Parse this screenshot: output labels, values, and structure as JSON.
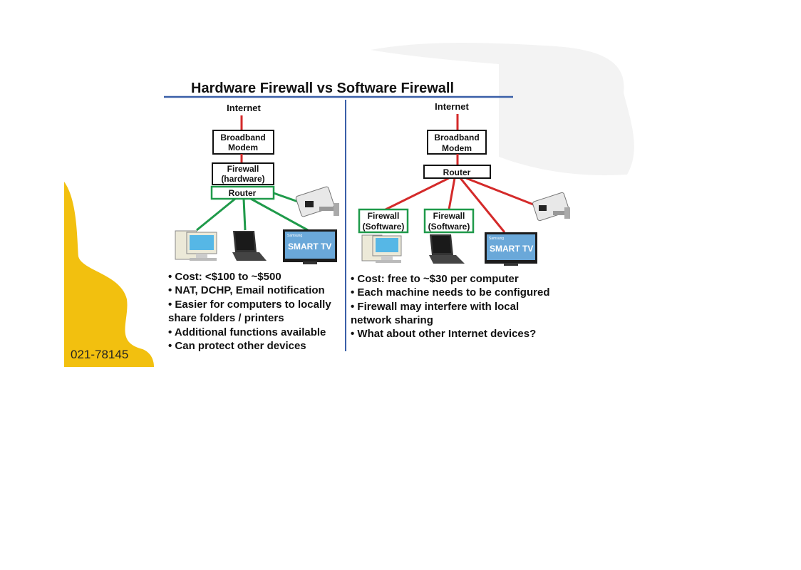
{
  "title": "Hardware Firewall  vs Software Firewall",
  "phone": "021-78145",
  "colors": {
    "red_link": "#d42a2a",
    "green_link": "#1f9a4a",
    "divider": "#3a5fa8",
    "yellow_blob": "#f2c00f"
  },
  "hardware": {
    "internet": "Internet",
    "modem_line1": "Broadband",
    "modem_line2": "Modem",
    "firewall_line1": "Firewall",
    "firewall_line2": "(hardware)",
    "router": "Router",
    "tv_brand": "Samsung",
    "tv_label": "SMART TV",
    "bullets": [
      "• Cost:  <$100 to ~$500",
      "• NAT, DCHP, Email notification",
      "• Easier for computers  to locally",
      "share folders / printers",
      "• Additional functions available",
      "• Can protect other devices"
    ]
  },
  "software": {
    "internet": "Internet",
    "modem_line1": "Broadband",
    "modem_line2": "Modem",
    "router": "Router",
    "fw1_line1": "Firewall",
    "fw1_line2": "(Software)",
    "fw2_line1": "Firewall",
    "fw2_line2": "(Software)",
    "tv_brand": "Samsung",
    "tv_label": "SMART TV",
    "bullets": [
      "• Cost: free to ~$30 per computer",
      "• Each machine needs to be configured",
      "• Firewall may interfere with local",
      "network sharing",
      "• What about other Internet devices?"
    ]
  }
}
